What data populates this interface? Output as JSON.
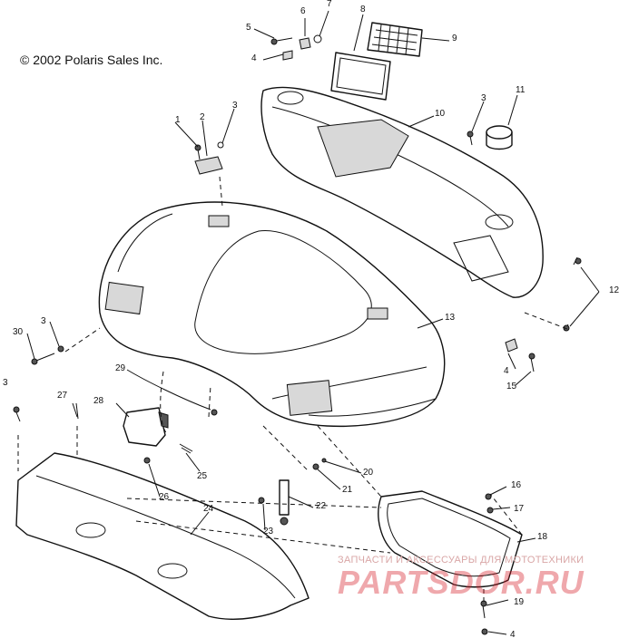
{
  "copyright": "© 2002 Polaris Sales Inc.",
  "callouts": [
    "1",
    "2",
    "3",
    "3",
    "3",
    "3",
    "4",
    "4",
    "4",
    "5",
    "6",
    "7",
    "8",
    "9",
    "10",
    "11",
    "12",
    "13",
    "15",
    "16",
    "17",
    "18",
    "19",
    "20",
    "21",
    "22",
    "23",
    "24",
    "25",
    "26",
    "27",
    "28",
    "29",
    "30"
  ],
  "watermark": {
    "line1": "ЗАПЧАСТИ И АКСЕССУАРЫ ДЛЯ МОТОТЕХНИКИ",
    "brand": "PARTSDOR.RU",
    "color": "#d61a26"
  }
}
